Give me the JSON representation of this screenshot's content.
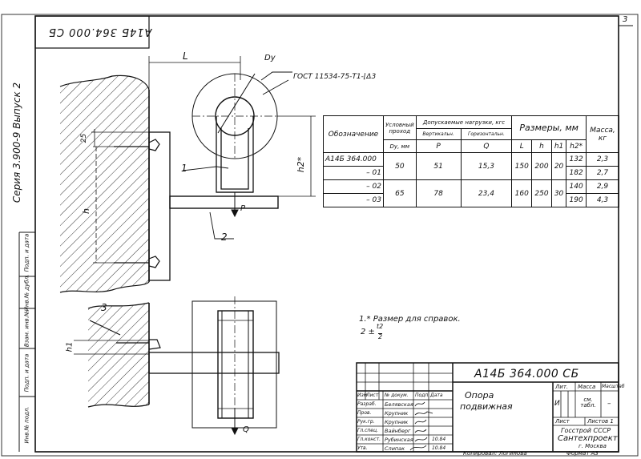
{
  "frame": {
    "top_stamp": "А14Б 364.000 СБ",
    "corner_mark": "3",
    "side_series": "Серия 3.900-9 Выпуск 2",
    "side_fields": [
      "Подп. и дата",
      "Инв.№ дубл.",
      "Взам. инв.№",
      "Подп. и дата",
      "Инв.№ подл."
    ]
  },
  "drawing": {
    "label_L": "L",
    "label_Dy": "Dу",
    "gost": "ГОСТ 11534-75-Т1-⌊Δ3",
    "leader_1": "1",
    "leader_2": "2",
    "leader_3": "3",
    "dim_25": "25",
    "dim_h": "h",
    "dim_h2": "h2*",
    "dim_h1": "h1",
    "force_P": "P",
    "force_Q": "Q"
  },
  "spec_table": {
    "headers": {
      "designation": "Обозначение",
      "conditional": "Условный проход",
      "dy_mm": "Dу, мм",
      "loads": "Допускаемые нагрузки, кгс",
      "vertical": "Вертикальн.",
      "horizontal": "Горизонтальн.",
      "P": "P",
      "Q": "Q",
      "dims": "Размеры, мм",
      "L": "L",
      "h": "h",
      "h1": "h1",
      "h2": "h2*",
      "mass": "Масса, кг"
    },
    "rows": [
      {
        "designation": "А14Б 364.000",
        "dy": "50",
        "p": "51",
        "q": "15,3",
        "l": "150",
        "h": "200",
        "h1": "20",
        "h2": "132",
        "mass": "2,3"
      },
      {
        "designation": "– 01",
        "dy": "",
        "p": "",
        "q": "",
        "l": "",
        "h": "",
        "h1": "",
        "h2": "182",
        "mass": "2,7"
      },
      {
        "designation": "– 02",
        "dy": "65",
        "p": "78",
        "q": "23,4",
        "l": "160",
        "h": "250",
        "h1": "30",
        "h2": "140",
        "mass": "2,9"
      },
      {
        "designation": "– 03",
        "dy": "",
        "p": "",
        "q": "",
        "l": "",
        "h": "",
        "h1": "",
        "h2": "190",
        "mass": "4,3"
      }
    ]
  },
  "notes": {
    "note_1": "1.* Размер для справок.",
    "note_2_prefix": "2 ±",
    "note_2_num": "t2",
    "note_2_den": "2"
  },
  "title_block": {
    "code": "А14Б 364.000 СБ",
    "name_line1": "Опора",
    "name_line2": "подвижная",
    "col_izm": "Изм",
    "col_list": "Лист",
    "col_doc": "№ докум.",
    "col_sign": "Подп.",
    "col_date": "Дата",
    "roles": [
      "Разраб.",
      "Пров.",
      "Рук.гр.",
      "Гл.спец.",
      "Гл.конст.",
      "Утв."
    ],
    "names": [
      "Белявская",
      "Крупник",
      "Крупник",
      "Вайнберг",
      "Рубинская",
      "Слипак"
    ],
    "dates": [
      "",
      "",
      "",
      "",
      "10.84",
      "10.84"
    ],
    "lit_label": "Лит.",
    "mass_label": "Масса",
    "scale_label": "Масштаб",
    "lit_value": "И",
    "mass_value": "см. табл.",
    "scale_value": "–",
    "sheet_label": "Лист",
    "sheets_label": "Листов 1",
    "org_line1": "Госстрой СССР",
    "org_line2": "Сантехпроект",
    "org_line3": "г. Москва"
  },
  "footer": {
    "copied": "Копировал: Логинова",
    "format": "Формат А3"
  }
}
